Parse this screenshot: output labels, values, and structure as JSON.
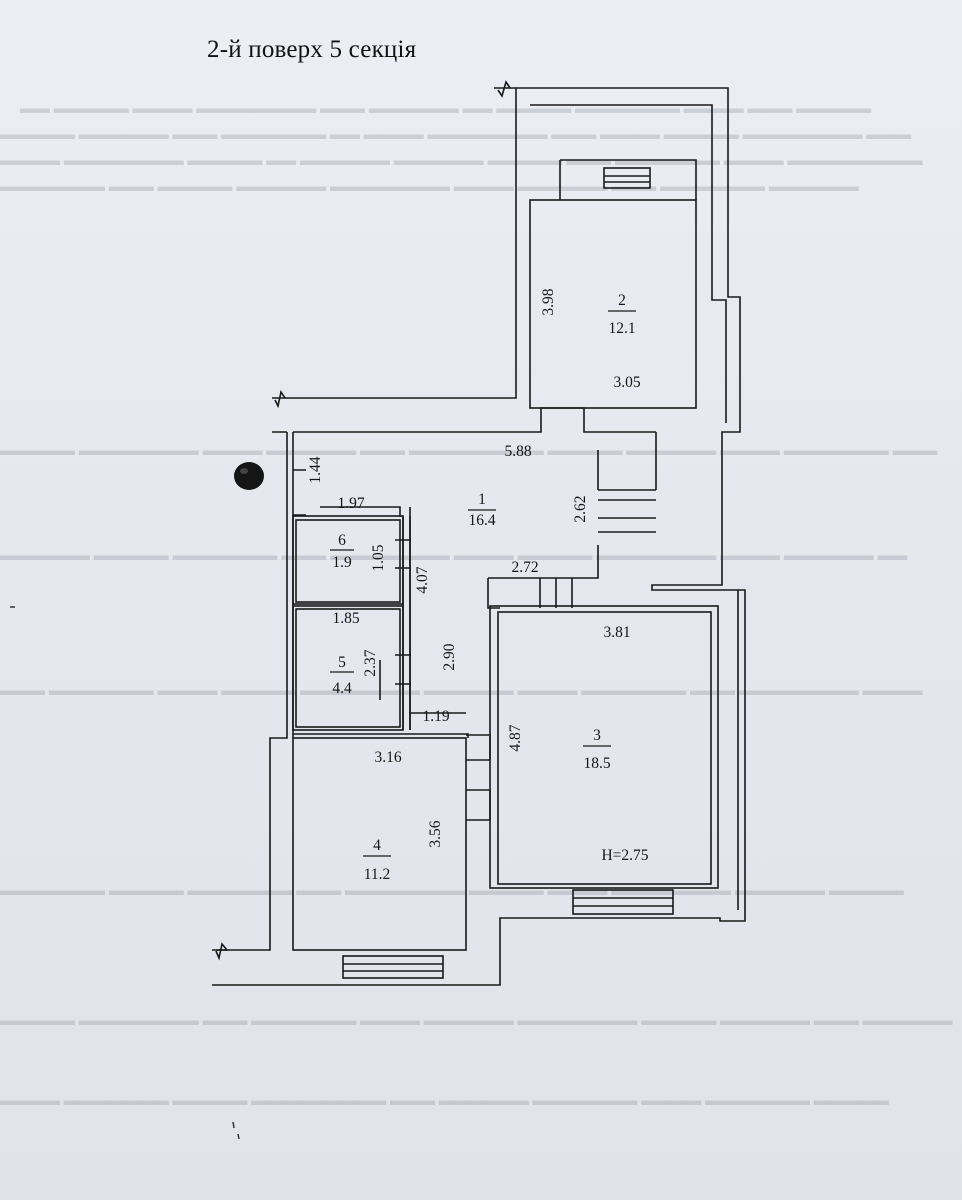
{
  "page_title": "2-й поверх 5 секція",
  "rooms": [
    {
      "number": "1",
      "area": "16.4"
    },
    {
      "number": "2",
      "area": "12.1"
    },
    {
      "number": "3",
      "area": "18.5"
    },
    {
      "number": "4",
      "area": "11.2"
    },
    {
      "number": "5",
      "area": "4.4"
    },
    {
      "number": "6",
      "area": "1.9"
    }
  ],
  "dimensions": {
    "room2_height": "3.98",
    "room2_width": "3.05",
    "hall_top": "5.88",
    "hall_left_upper": "1.44",
    "hall_left_width": "1.97",
    "hall_right": "2.62",
    "hall_bottom": "2.72",
    "room6_height": "1.05",
    "corridor_length": "4.07",
    "room5_width": "1.85",
    "room5_height": "2.37",
    "corridor_lower": "2.90",
    "corridor_width": "1.19",
    "room3_width": "3.81",
    "room3_height": "4.87",
    "room4_width": "3.16",
    "room4_height": "3.56"
  },
  "ceiling_height": "H=2.75"
}
